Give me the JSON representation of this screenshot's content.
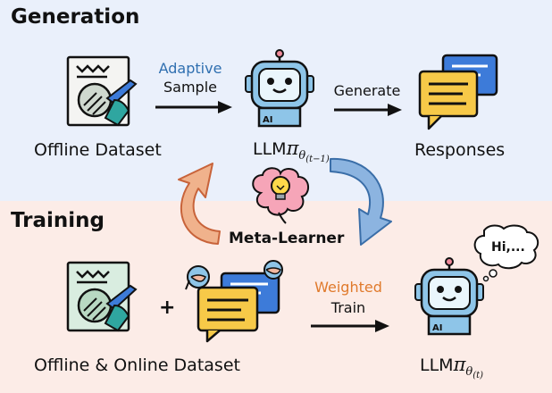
{
  "sections": {
    "generation": "Generation",
    "training": "Training"
  },
  "labels": {
    "offline_dataset": "Offline Dataset",
    "adaptive": "Adaptive",
    "sample": "Sample",
    "generate": "Generate",
    "responses": "Responses",
    "llm_prefix": "LLM",
    "gen_theta_sub": "(t−1)",
    "meta_learner": "Meta-Learner",
    "offline_online_dataset": "Offline & Online Dataset",
    "weighted": "Weighted",
    "train": "Train",
    "train_theta_sub": "(t)",
    "speech_bubble": "Hi,...",
    "ai_badge": "AI",
    "plus": "+"
  },
  "colors": {
    "generation_bg": "#eaf0fb",
    "training_bg": "#fcece7",
    "adaptive_blue": "#2f6fb0",
    "weighted_orange": "#e07a2c",
    "arrow_blue": "#6b9bd1",
    "arrow_orange": "#e89a6c",
    "robot_body": "#8ec5e8",
    "response_yellow": "#f7c948",
    "response_blue": "#3d7bd9",
    "dataset_green": "#d9ede0",
    "brain_pink": "#f6a5b8",
    "bulb_yellow": "#ffd84a"
  }
}
